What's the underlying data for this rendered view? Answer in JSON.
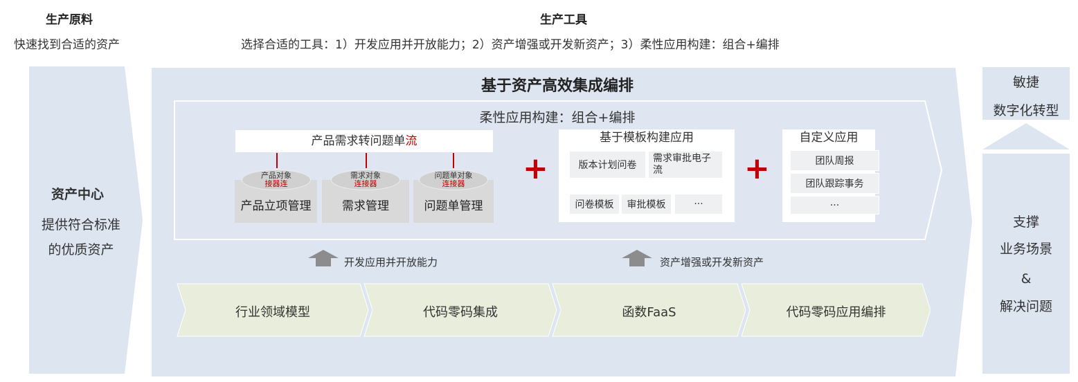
{
  "left_header": {
    "title": "生产原料",
    "subtitle": "快速找到合适的资产"
  },
  "top_header": {
    "title": "生产工具",
    "subtitle": "选择合适的工具：1）开发应用并开放能力；2）资产增强或开发新资产；3）柔性应用构建：组合+编排"
  },
  "left_panel": {
    "title": "资产中心",
    "line1": "提供符合标准",
    "line2": "的优质资产"
  },
  "main": {
    "title": "基于资产高效集成编排",
    "flex_title": "柔性应用构建：组合+编排",
    "product_flow": {
      "label_main": "产品需求转问题单",
      "label_red": "流",
      "items": [
        {
          "top": "产品对象",
          "connector": "接器连",
          "name": "产品立项管理"
        },
        {
          "top": "需求对象",
          "connector": "连接器",
          "name": "需求管理"
        },
        {
          "top": "问题单对象",
          "connector": "连接器",
          "name": "问题单管理"
        }
      ]
    },
    "plus_symbol": "+",
    "template_apps": {
      "title": "基于模板构建应用",
      "item1": "版本计划问卷",
      "item2": "需求审批电子流",
      "item3": "问卷模板",
      "item4": "审批模板",
      "item5": "···"
    },
    "custom_apps": {
      "title": "自定义应用",
      "items": [
        "团队周报",
        "团队跟踪事务",
        "···"
      ]
    },
    "arrow_labels": [
      "开发应用并开放能力",
      "资产增强或开发新资产"
    ],
    "chevrons": [
      "行业领域模型",
      "代码零码集成",
      "函数FaaS",
      "代码零码应用编排"
    ]
  },
  "right_panel": {
    "top_line1": "敏捷",
    "top_line2": "数字化转型",
    "bottom_lines": [
      "支撑",
      "业务场景",
      "&",
      "解决问题"
    ]
  },
  "colors": {
    "panel_bg": "#dde5f1",
    "chevron_bg": "#e9eedc",
    "accent_red": "#c00000",
    "grey_box": "#d9d9d9",
    "arrow_grey": "#8c8c8c"
  }
}
